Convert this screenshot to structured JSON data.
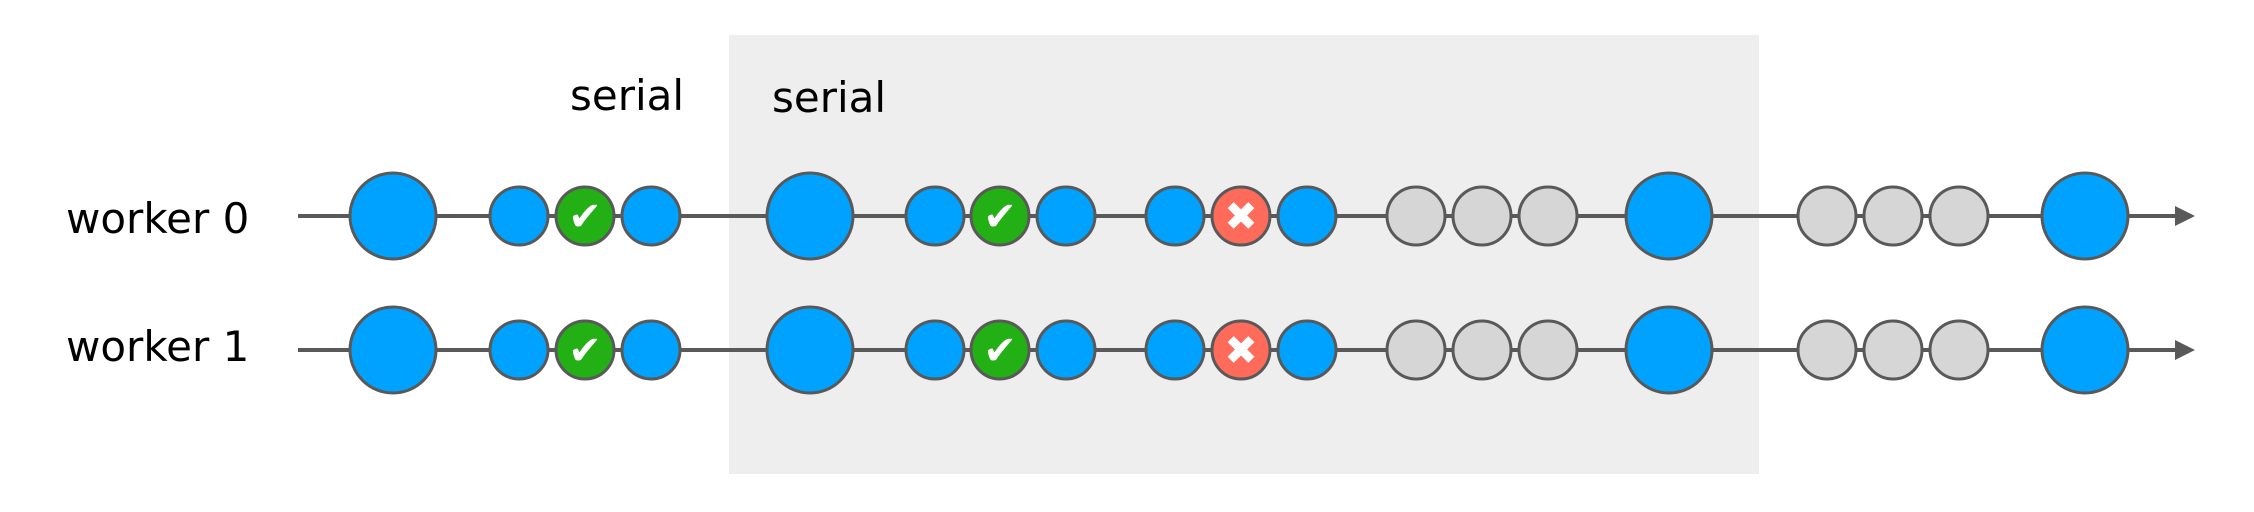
{
  "region_labels": {
    "serial_left": "serial",
    "serial_right": "serial"
  },
  "workers": [
    {
      "label": "worker 0"
    },
    {
      "label": "worker 1"
    }
  ],
  "node_colors": {
    "blue": "#00a2ff",
    "green": "#22b014",
    "red": "#ff6b5b",
    "gray": "#d6d6d6",
    "shaded_region": "#eeeeee",
    "line": "#595959"
  },
  "timeline_sequence": [
    {
      "kind": "blue-large"
    },
    {
      "kind": "blue-small"
    },
    {
      "kind": "green-check",
      "icon": "check-icon",
      "mark": "✔"
    },
    {
      "kind": "blue-small"
    },
    {
      "kind": "blue-large"
    },
    {
      "kind": "blue-small"
    },
    {
      "kind": "green-check",
      "icon": "check-icon",
      "mark": "✔"
    },
    {
      "kind": "blue-small"
    },
    {
      "kind": "blue-small"
    },
    {
      "kind": "red-cross",
      "icon": "cross-icon",
      "mark": "✖"
    },
    {
      "kind": "blue-small"
    },
    {
      "kind": "gray-small"
    },
    {
      "kind": "gray-small"
    },
    {
      "kind": "gray-small"
    },
    {
      "kind": "blue-large"
    },
    {
      "kind": "gray-small"
    },
    {
      "kind": "gray-small"
    },
    {
      "kind": "gray-small"
    },
    {
      "kind": "blue-large"
    }
  ]
}
